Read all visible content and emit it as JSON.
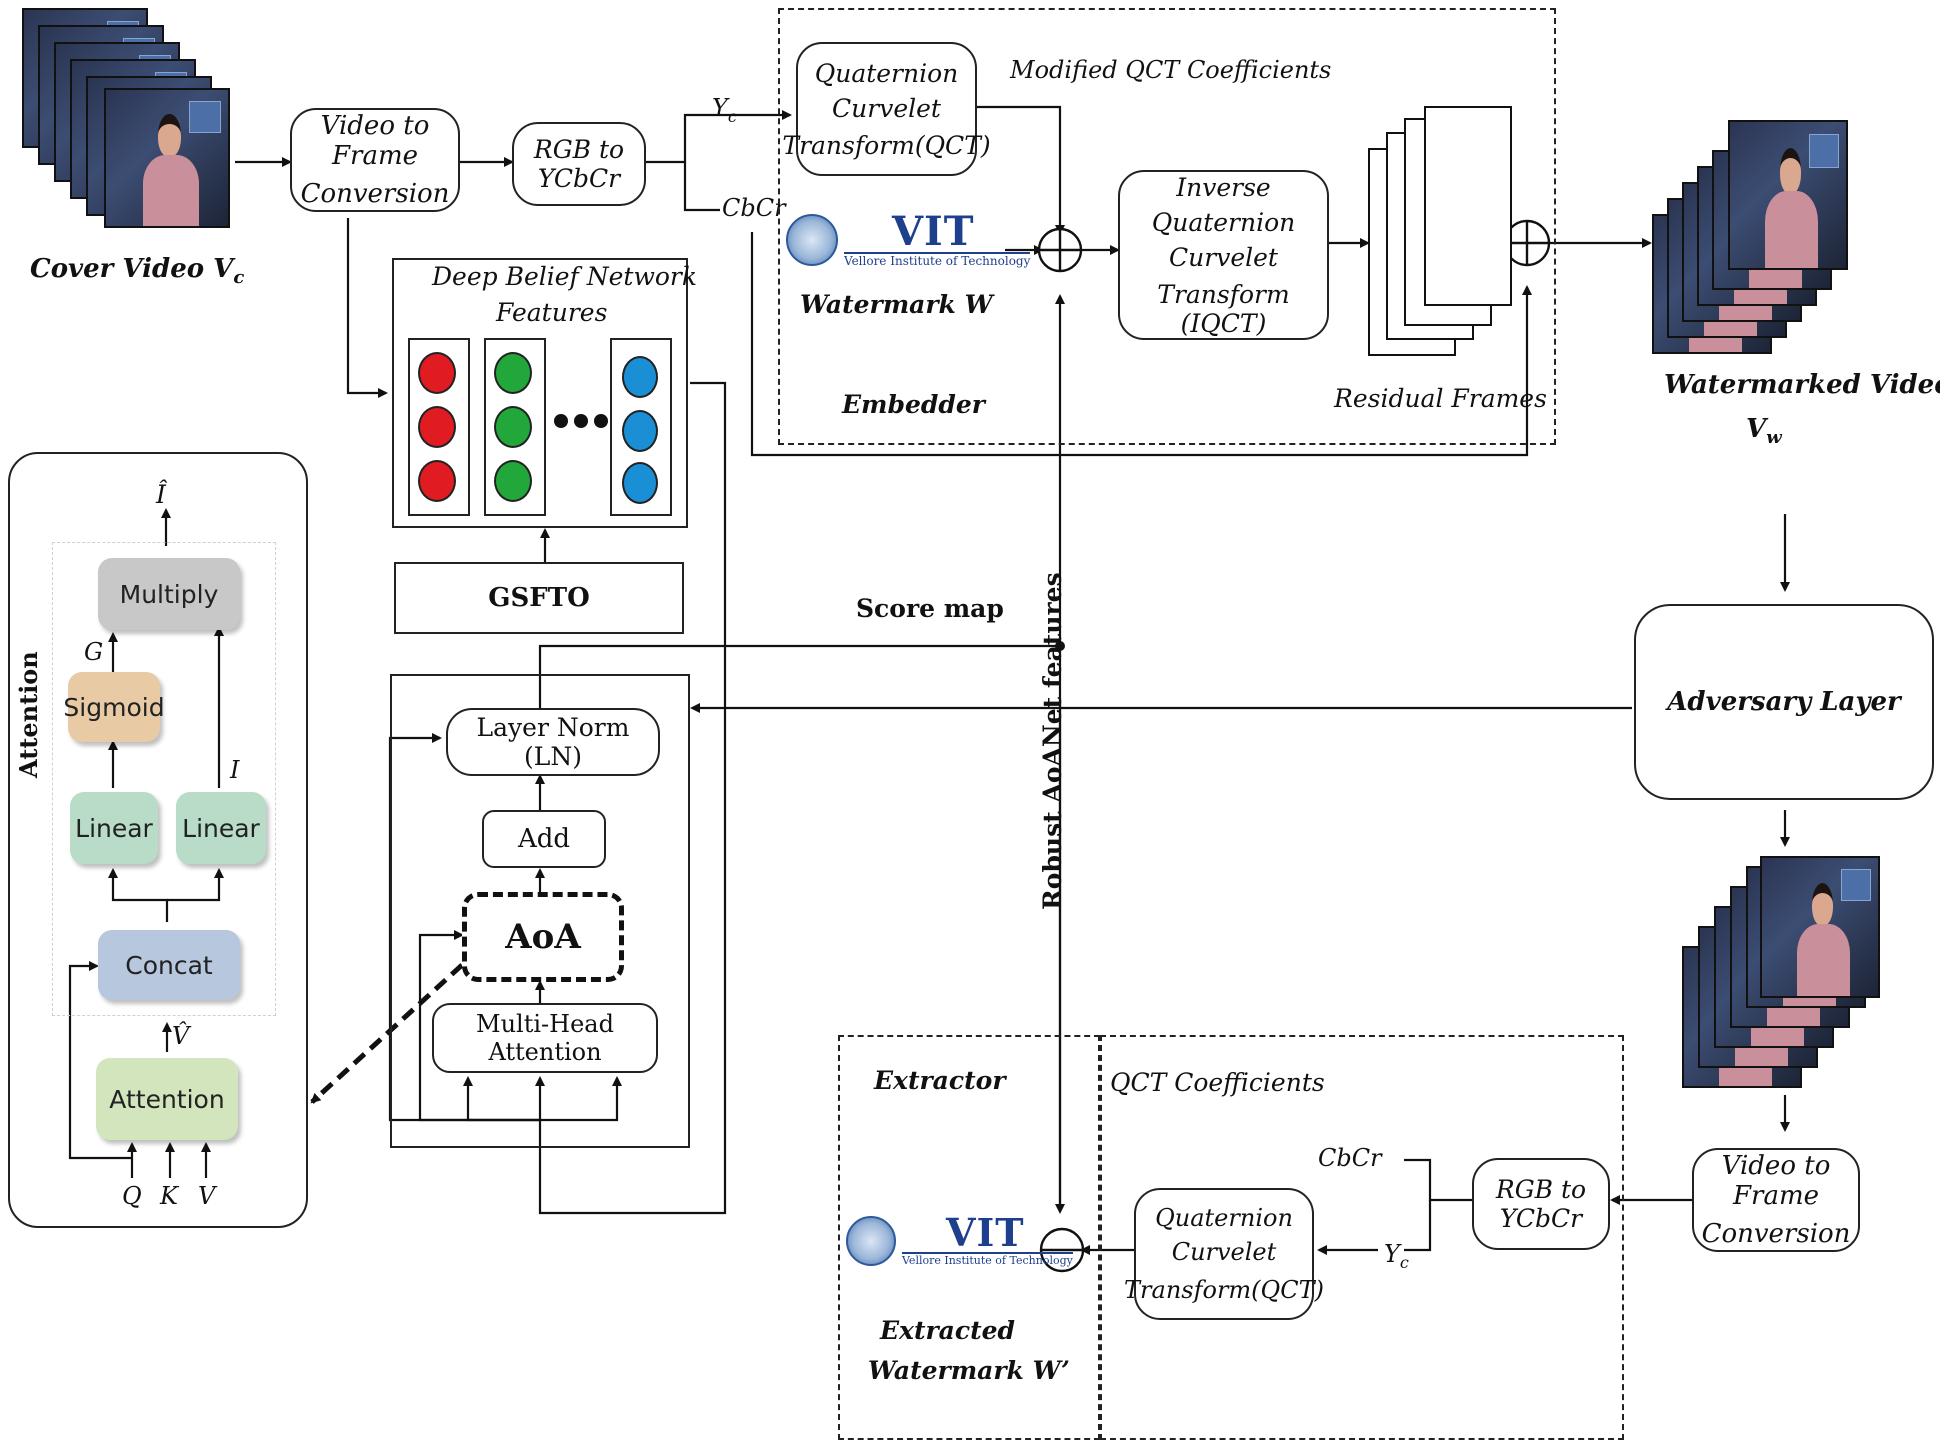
{
  "cover_video": {
    "label": "Cover Video",
    "sub": "c",
    "var": "V"
  },
  "video_to_frame_top": {
    "line1": "Video to Frame",
    "line2": "Conversion"
  },
  "rgb_to_ycbcr_top": {
    "line1": "RGB to",
    "line2": "YCbCr"
  },
  "y_c_top": {
    "main": "Y",
    "sub": "c"
  },
  "cbcr_top": "CbCr",
  "qct_top": {
    "line1": "Quaternion",
    "line2": "Curvelet",
    "line3": "Transform(QCT)"
  },
  "modified_qct": "Modified QCT Coefficients",
  "watermark_logo": {
    "name": "VIT",
    "sub": "Vellore Institute of Technology"
  },
  "watermark_label": "Watermark W",
  "iqct": {
    "line1": "Inverse",
    "line2": "Quaternion",
    "line3": "Curvelet",
    "line4": "Transform (IQCT)"
  },
  "embedder": "Embedder",
  "residual_frames": "Residual Frames",
  "watermarked_video": {
    "line1": "Watermarked Video",
    "var": "V",
    "sub": "w"
  },
  "dbn": {
    "title1": "Deep Belief Network",
    "title2": "Features",
    "colors": [
      "#e11b22",
      "#22a83a",
      "#1b8fd6"
    ]
  },
  "gsfto": "GSFTO",
  "score_map": "Score map",
  "robust_features": "Robust AoANet features",
  "adversary_layer": "Adversary Layer",
  "aoa_block": {
    "layer_norm": "Layer Norm (LN)",
    "add": "Add",
    "aoa": "AoA",
    "mha": "Multi-Head Attention"
  },
  "attention_panel": {
    "title": "Attention",
    "output": "Î",
    "multiply": "Multiply",
    "g": "G",
    "i": "I",
    "sigmoid": "Sigmoid",
    "linear1": "Linear",
    "linear2": "Linear",
    "concat": "Concat",
    "vhat": "V̂",
    "attention": "Attention",
    "q": "Q",
    "k": "K",
    "v": "V"
  },
  "extractor": "Extractor",
  "qct_coefficients": "QCT Coefficients",
  "cbcr_bottom": "CbCr",
  "y_c_bottom": {
    "main": "Y",
    "sub": "c"
  },
  "rgb_to_ycbcr_bottom": {
    "line1": "RGB to",
    "line2": "YCbCr"
  },
  "video_to_frame_bottom": {
    "line1": "Video to Frame",
    "line2": "Conversion"
  },
  "qct_bottom": {
    "line1": "Quaternion",
    "line2": "Curvelet",
    "line3": "Transform(QCT)"
  },
  "extracted_watermark": {
    "line1": "Extracted",
    "line2": "Watermark W’"
  },
  "symbols": {
    "plus": "⊕",
    "minus": "⊖"
  }
}
